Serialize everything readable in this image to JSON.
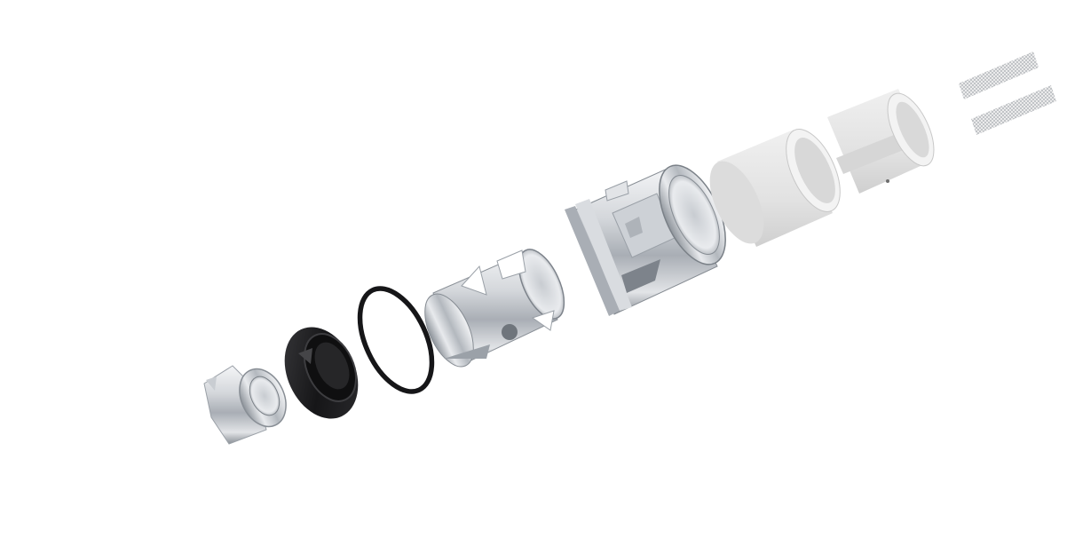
{
  "image": {
    "subject": "exploded-view-coil-assembly",
    "parts": [
      {
        "name": "bottom-contact-pin",
        "material": "steel"
      },
      {
        "name": "insulator-ring",
        "material": "black-plastic"
      },
      {
        "name": "o-ring-seal",
        "material": "black-rubber"
      },
      {
        "name": "coil-base-cage",
        "material": "steel"
      },
      {
        "name": "coil-housing-body",
        "material": "steel"
      },
      {
        "name": "cotton-sleeve",
        "material": "white-cotton"
      },
      {
        "name": "cotton-wick-cylinder",
        "material": "white-cotton"
      },
      {
        "name": "mesh-coil-strips",
        "material": "steel-mesh"
      }
    ],
    "colors": {
      "background": "#ffffff",
      "steel_light": "#e9ebee",
      "steel_mid": "#b9bdc3",
      "steel_dark": "#7d838b",
      "black_part": "#1c1c1e",
      "cotton": "#e6e6e6",
      "cotton_shade": "#cfcfcf"
    }
  }
}
